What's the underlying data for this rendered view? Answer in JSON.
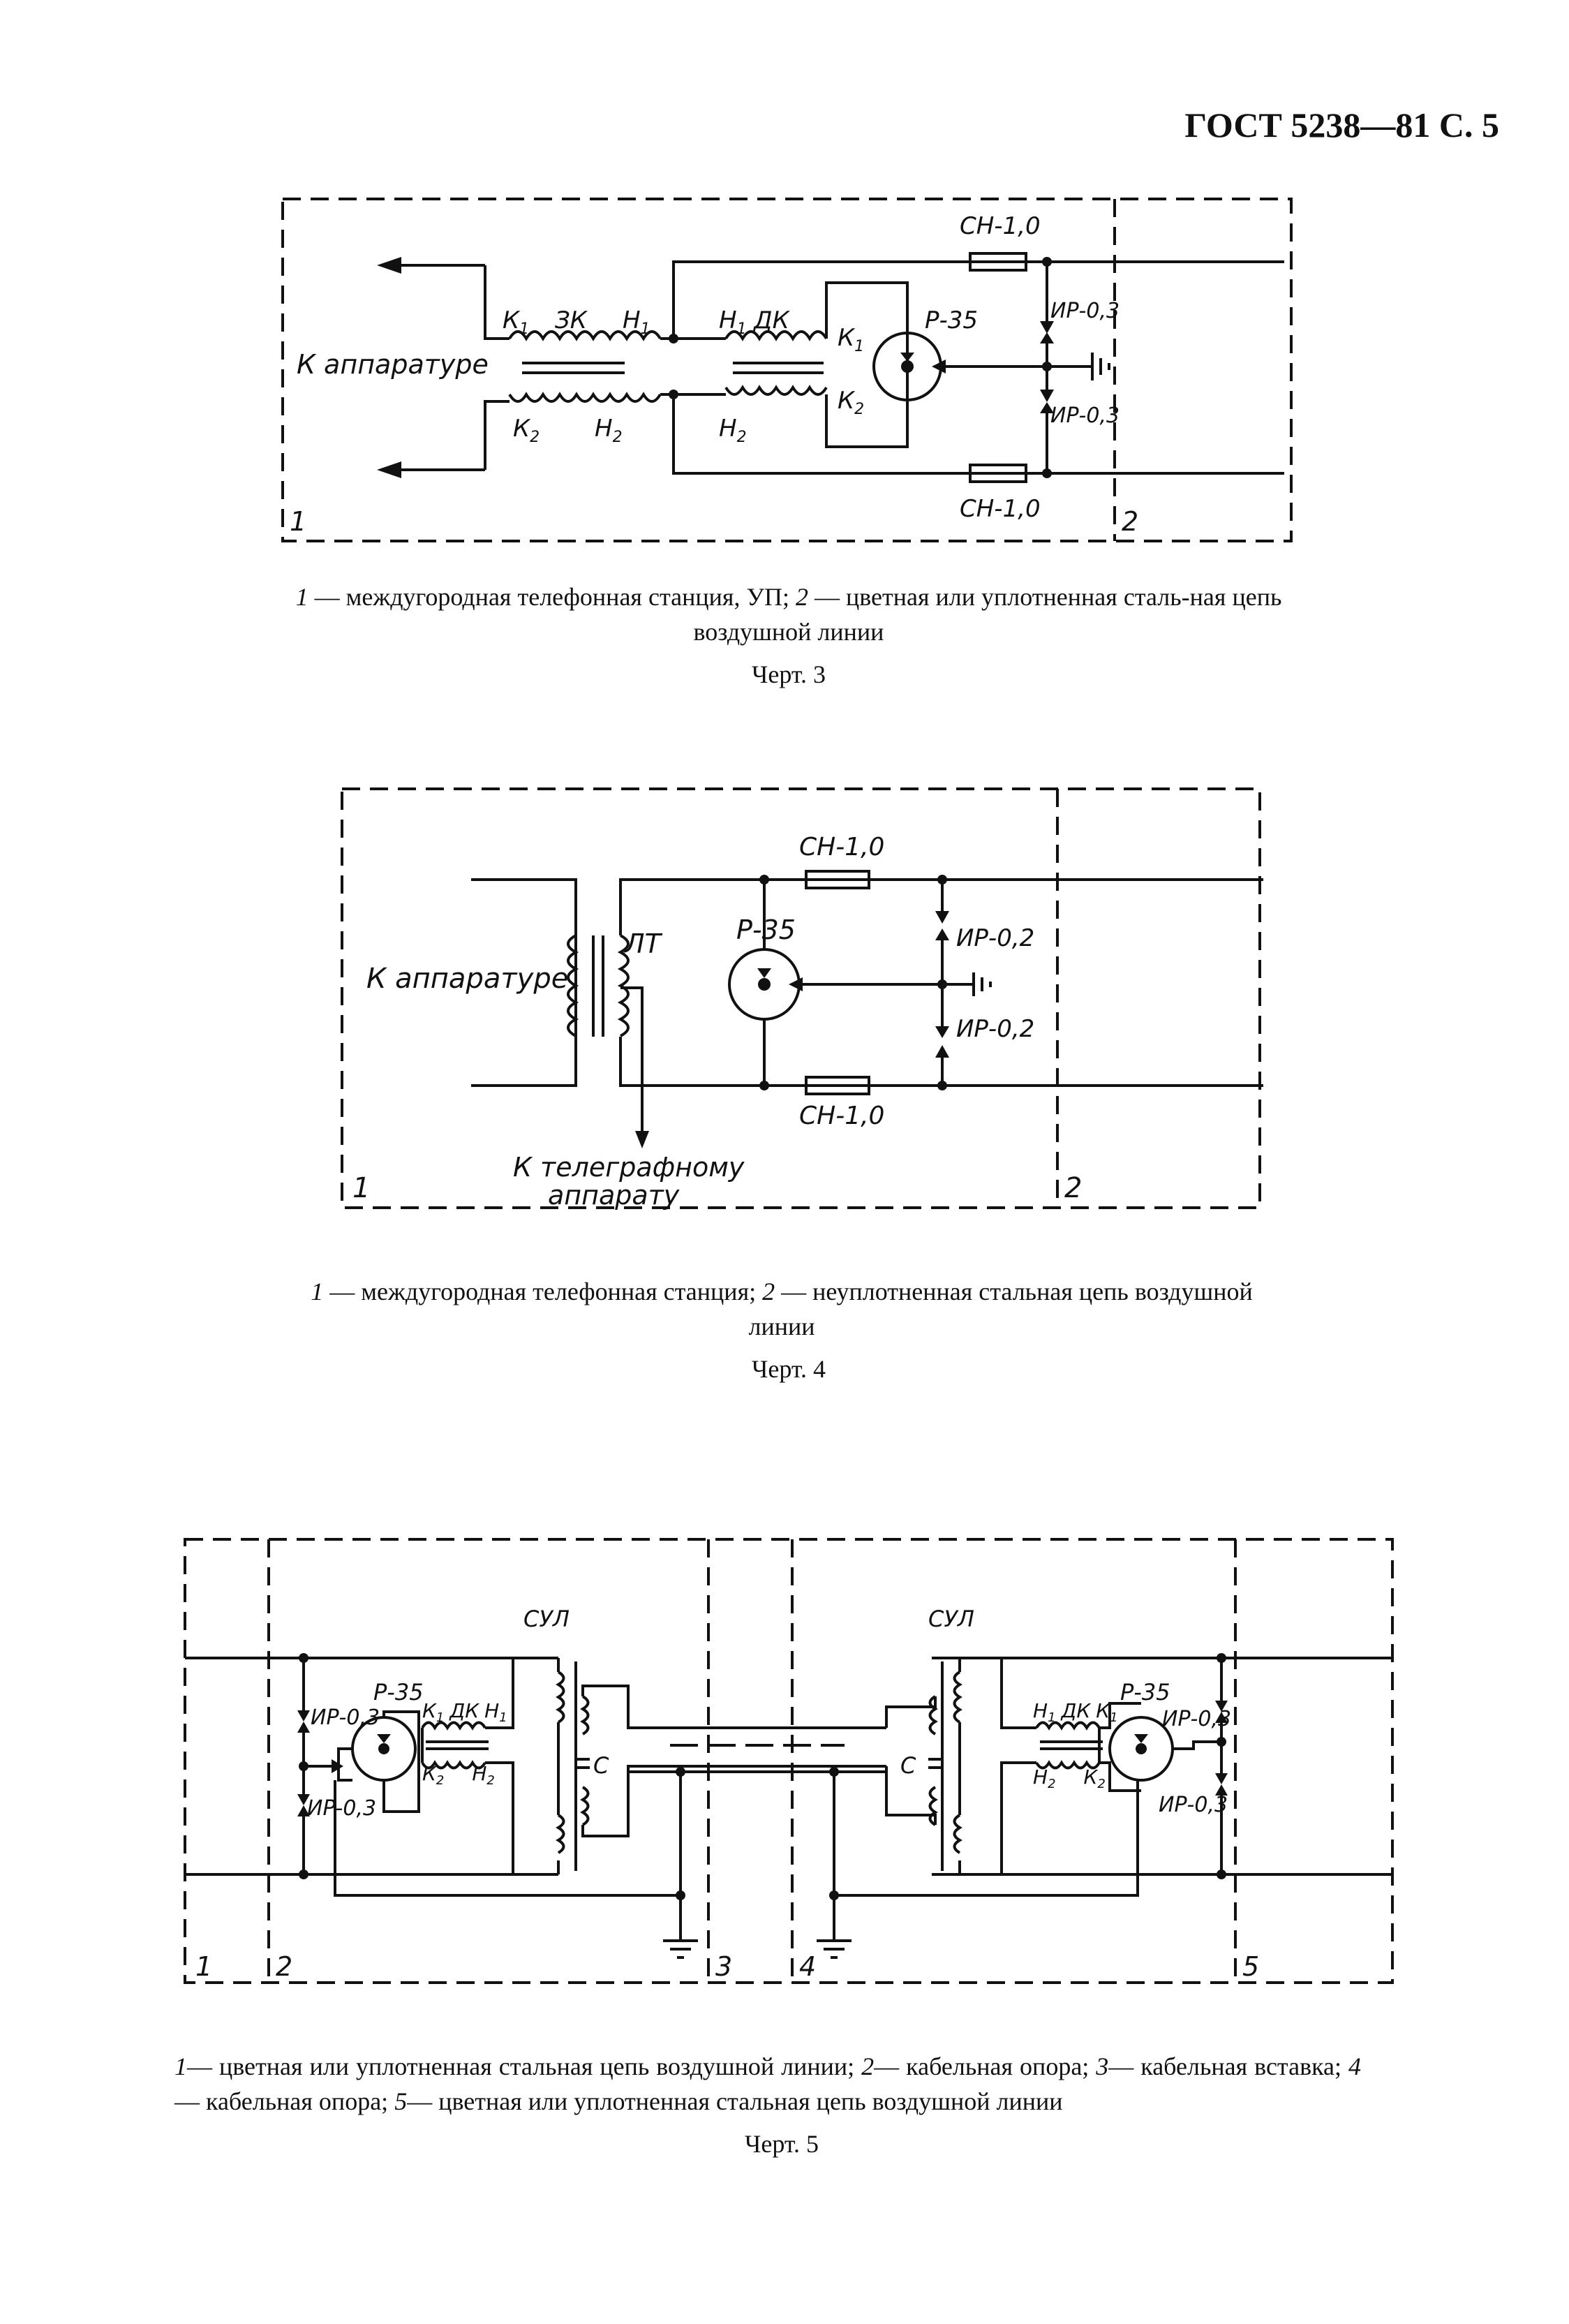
{
  "header": {
    "title": "ГОСТ 5238—81 С. 5"
  },
  "fig3": {
    "labels": {
      "k_apparature": "К аппаратуре",
      "k1_zk": "К",
      "zk": "ЗК",
      "h1_zk": "Н",
      "k2": "К",
      "h2": "Н",
      "h1_dk": "Н",
      "dk": "ДК",
      "k1_dk": "К",
      "h2_dk": "Н",
      "k2_dk": "К",
      "p35": "Р-35",
      "sn_top": "СН-1,0",
      "sn_bottom": "СН-1,0",
      "ir_top": "ИР-0,3",
      "ir_bottom": "ИР-0,3",
      "zone1": "1",
      "zone2": "2"
    },
    "caption": {
      "n1": "1",
      "t1": " — междугородная  телефонная  станция,  УП;   ",
      "n2": "2",
      "t2": " — цветная или уплотненная сталь-ная цепь воздушной линии"
    },
    "chart_label": "Черт. 3"
  },
  "fig4": {
    "labels": {
      "k_apparature": "К аппаратуре",
      "lt": "ЛТ",
      "p35": "Р-35",
      "sn_top": "СН-1,0",
      "sn_bottom": "СН-1,0",
      "ir_top": "ИР-0,2",
      "ir_bottom": "ИР-0,2",
      "telegraph_1": "К  телеграфному",
      "telegraph_2": "аппарату",
      "zone1": "1",
      "zone2": "2"
    },
    "caption": {
      "n1": "1",
      "t1": " — междугородная телефонная станция; ",
      "n2": "2",
      "t2": " — неуплотненная стальная цепь воздушной линии"
    },
    "chart_label": "Черт. 4"
  },
  "fig5": {
    "labels": {
      "p35_l": "Р-35",
      "p35_r": "Р-35",
      "syl_l": "СУЛ",
      "syl_r": "СУЛ",
      "ir_l1": "ИР-0,3",
      "ir_l2": "ИР-0,3",
      "ir_r1": "ИР-0,3",
      "ir_r2": "ИР-0,3",
      "c_l": "С",
      "c_r": "С",
      "dk_l": "ДК",
      "dk_r": "ДК",
      "k": "К",
      "h": "Н",
      "zone1": "1",
      "zone2": "2",
      "zone3": "3",
      "zone4": "4",
      "zone5": "5"
    },
    "caption": {
      "n1": "1",
      "t1": "— цветная или уплотненная стальная цепь воздушной линии; ",
      "n2": "2",
      "t2": "— кабельная опора; ",
      "n3": "3",
      "t3": "— кабельная вставка; ",
      "n4": "4",
      "t4": "— кабельная опора; ",
      "n5": "5",
      "t5": "— цветная или уплотненная стальная цепь воздушной линии"
    },
    "chart_label": "Черт. 5"
  }
}
